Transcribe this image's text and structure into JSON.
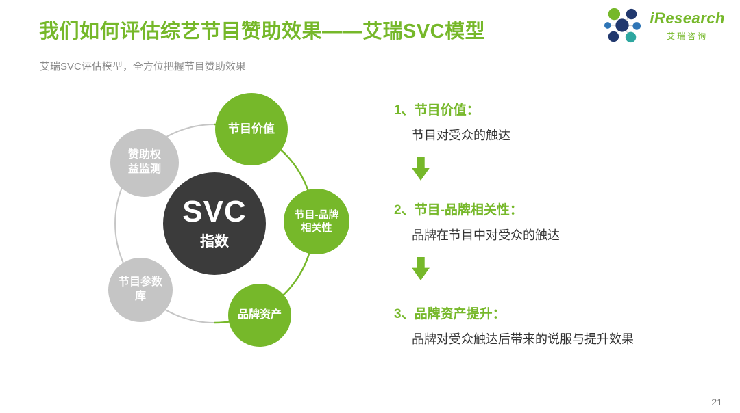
{
  "colors": {
    "green": "#76b82a",
    "dark": "#3b3b3b",
    "gray": "#c5c5c5",
    "navy": "#21386e",
    "blue": "#2e75b6",
    "teal": "#2ea7a0",
    "muted": "#8a8a8a"
  },
  "header": {
    "title": "我们如何评估综艺节目赞助效果——艾瑞SVC模型",
    "subtitle": "艾瑞SVC评估模型，全方位把握节目赞助效果"
  },
  "logo": {
    "brand": "iResearch",
    "brand_cn": "艾瑞咨询"
  },
  "diagram": {
    "center": {
      "title": "SVC",
      "subtitle": "指数"
    },
    "nodes": [
      {
        "id": "program-value",
        "label": "节目价值",
        "type": "green"
      },
      {
        "id": "program-brand-relevance",
        "label": "节目-品牌相关性",
        "type": "green"
      },
      {
        "id": "brand-equity",
        "label": "品牌资产",
        "type": "green"
      },
      {
        "id": "sponsor-rights-monitoring",
        "label": "赞助权益监测",
        "type": "gray"
      },
      {
        "id": "program-parameter-db",
        "label": "节目参数库",
        "type": "gray"
      }
    ]
  },
  "steps": [
    {
      "heading": "1、节目价值：",
      "desc": "节目对受众的触达"
    },
    {
      "heading": "2、节目-品牌相关性：",
      "desc": "品牌在节目中对受众的触达"
    },
    {
      "heading": "3、品牌资产提升：",
      "desc": "品牌对受众触达后带来的说服与提升效果"
    }
  ],
  "footer": {
    "page_number": "21"
  }
}
